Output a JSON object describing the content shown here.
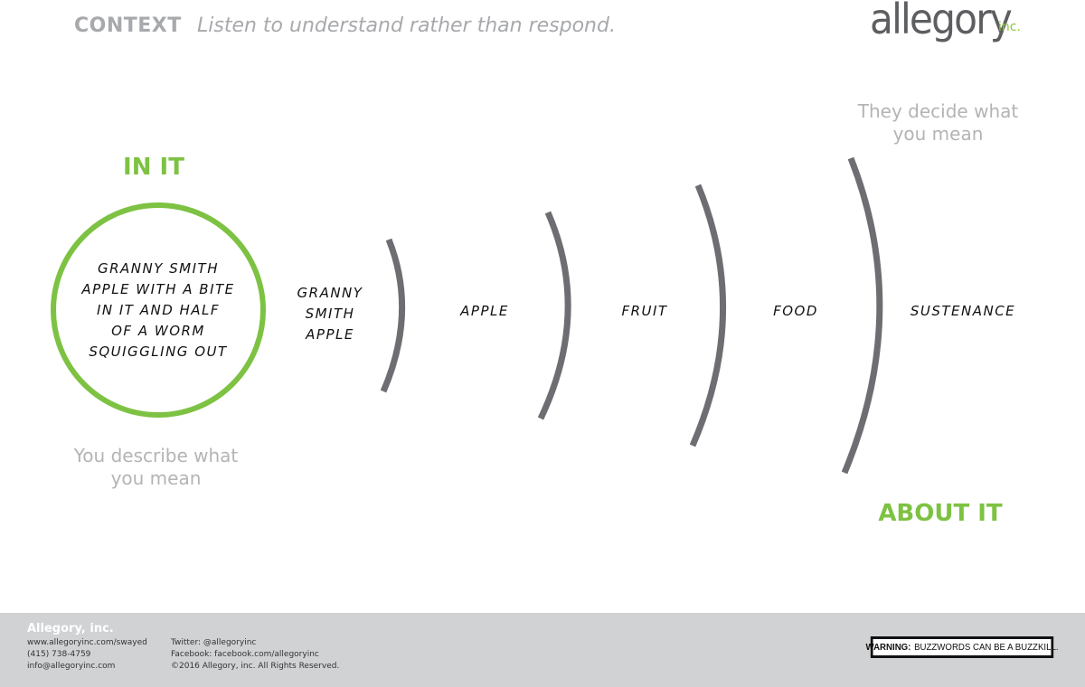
{
  "header": {
    "section_label": "CONTEXT",
    "tagline": "Listen to understand rather than respond."
  },
  "logo": {
    "word": "allegory",
    "suffix": "inc."
  },
  "diagram": {
    "left_heading": "IN IT",
    "left_caption_line1": "You describe what",
    "left_caption_line2": "you mean",
    "right_heading": "ABOUT IT",
    "right_caption_line1": "They decide what",
    "right_caption_line2": "you mean",
    "circle_text": [
      "Granny Smith",
      "apple with a bite",
      "in it and half",
      "of a worm",
      "squiggling out"
    ],
    "levels": [
      {
        "lines": [
          "Granny",
          "Smith",
          "Apple"
        ]
      },
      {
        "lines": [
          "Apple"
        ]
      },
      {
        "lines": [
          "Fruit"
        ]
      },
      {
        "lines": [
          "Food"
        ]
      },
      {
        "lines": [
          "Sustenance"
        ]
      }
    ],
    "colors": {
      "accent_green": "#7dc242",
      "arc_gray": "#6d6e71",
      "caption_gray": "#b3b4b6"
    }
  },
  "footer": {
    "company": "Allegory, inc.",
    "col1": [
      "www.allegoryinc.com/swayed",
      "(415) 738-4759",
      "info@allegoryinc.com"
    ],
    "col2": [
      "Twitter: @allegoryinc",
      "Facebook: facebook.com/allegoryinc",
      "©2016 Allegory, inc. All Rights Reserved."
    ],
    "warning_bold": "WARNING:",
    "warning_text": "BUZZWORDS CAN BE A BUZZKILL."
  }
}
